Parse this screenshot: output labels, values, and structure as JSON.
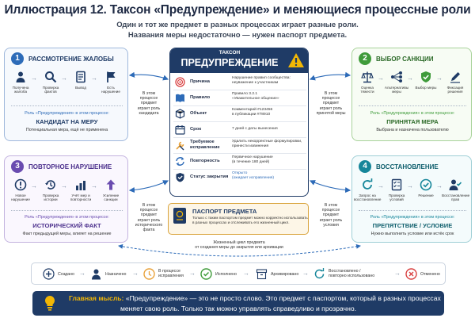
{
  "title": "Иллюстрация 12. Таксон «Предупреждение» и меняющиеся процессные роли",
  "subtitle1": "Один и тот же предмет в разных процессах играет разные роли.",
  "subtitle2": "Названия меры недостаточно — нужен паспорт предмета.",
  "colors": {
    "blue": "#2d6bb8",
    "green": "#3f9b3a",
    "purple": "#6a4cb0",
    "teal": "#16869a",
    "navy": "#1f3b66",
    "gold": "#f2b705",
    "orange": "#e9a23b",
    "red": "#d94141"
  },
  "card1": {
    "num": "1",
    "heading": "РАССМОТРЕНИЕ ЖАЛОБЫ",
    "steps": [
      {
        "icon": "person-icon",
        "label": "Получена жалоба"
      },
      {
        "icon": "magnifier-icon",
        "label": "Проверка фактов"
      },
      {
        "icon": "document-icon",
        "label": "Вывод"
      },
      {
        "icon": "flag-icon",
        "label": "Есть нарушение"
      }
    ],
    "role_label": "Роль «Предупреждения» в этом процессе:",
    "role_value": "КАНДИДАТ НА МЕРУ",
    "role_note": "Потенциальная мера, ещё не применена"
  },
  "card2": {
    "num": "2",
    "heading": "ВЫБОР САНКЦИИ",
    "steps": [
      {
        "icon": "scales-icon",
        "label": "Оценка тяжести"
      },
      {
        "icon": "alternatives-icon",
        "label": "Альтернативы меры"
      },
      {
        "icon": "shield-check-icon",
        "label": "Выбор меры"
      },
      {
        "icon": "pen-icon",
        "label": "Фиксация решения"
      }
    ],
    "role_label": "Роль «Предупреждения» в этом процессе:",
    "role_value": "ПРИНЯТАЯ МЕРА",
    "role_note": "Выбрана и назначена пользователю"
  },
  "card3": {
    "num": "3",
    "heading": "ПОВТОРНОЕ НАРУШЕНИЕ",
    "steps": [
      {
        "icon": "alert-icon",
        "label": "Новое нарушение"
      },
      {
        "icon": "history-icon",
        "label": "Проверка истории"
      },
      {
        "icon": "chart-icon",
        "label": "Учёт мер и повторности"
      },
      {
        "icon": "up-arrow-icon",
        "label": "Усиление санкции"
      }
    ],
    "role_label": "Роль «Предупреждения» в этом процессе:",
    "role_value": "ИСТОРИЧЕСКИЙ ФАКТ",
    "role_note": "Факт предыдущей меры, влияет на решение"
  },
  "card4": {
    "num": "4",
    "heading": "ВОССТАНОВЛЕНИЕ",
    "steps": [
      {
        "icon": "refresh-icon",
        "label": "Запрос на восстановление"
      },
      {
        "icon": "checklist-icon",
        "label": "Проверка условий"
      },
      {
        "icon": "check-circle-icon",
        "label": "Решение"
      },
      {
        "icon": "person-check-icon",
        "label": "Восстановление прав"
      }
    ],
    "role_label": "Роль «Предупреждения» в этом процессе:",
    "role_value": "ПРЕПЯТСТВИЕ / УСЛОВИЕ",
    "role_note": "Нужно выполнить условие или истёк срок"
  },
  "mid_notes": {
    "tl": "В этом\nпроцессе\nпредмет\nиграет роль\nкандидата",
    "tr": "В этом\nпроцессе\nпредмет\nиграет роль\nпринятой меры",
    "bl": "В этом\nпроцессе\nпредмет\nиграет роль\nисторического\nфакта",
    "br": "В этом\nпроцессе\nпредмет\nиграет роль\nусловия"
  },
  "center": {
    "heading": "ТАКСОН",
    "name": "ПРЕДУПРЕЖДЕНИЕ",
    "rows": [
      {
        "icon": "target-icon",
        "key": "Причина",
        "value": "Нарушение правил сообщества:\nнеуважение к участникам"
      },
      {
        "icon": "book-icon",
        "key": "Правило",
        "value": "Правило 3.2.1\n«Уважительное общение»"
      },
      {
        "icon": "cube-icon",
        "key": "Объект",
        "value": "Комментарий #123456\nв публикации #78910"
      },
      {
        "icon": "calendar-icon",
        "key": "Срок",
        "value": "7 дней с даты вынесения"
      },
      {
        "icon": "tools-icon",
        "key": "Требуемое\nисправление",
        "value": "Удалить некорректные формулировки,\nпринести извинения"
      },
      {
        "icon": "repeat-icon",
        "key": "Повторность",
        "value": "Первичное нарушение\n(в течение 180 дней)"
      },
      {
        "icon": "shield-icon",
        "key": "Статус закрытия",
        "value": "Открыто\n(ожидает исправления)"
      }
    ]
  },
  "passport": {
    "heading": "ПАСПОРТ ПРЕДМЕТА",
    "text": "Только с таким паспортом предмет можно корректно использовать\nв разных процессах и отслеживать его жизненный цикл."
  },
  "lifecycle": "Жизненный цикл предмета\nот создания меры до закрытия или архивации",
  "legend": [
    {
      "icon": "plus-icon",
      "label": "Создано"
    },
    {
      "icon": "person-icon",
      "label": "Назначено"
    },
    {
      "icon": "clock-icon",
      "label": "В процессе\nисправления"
    },
    {
      "icon": "check-icon",
      "label": "Исполнено"
    },
    {
      "icon": "archive-icon",
      "label": "Архивировано"
    },
    {
      "icon": "refresh-icon",
      "label": "Восстановлено /\nповторно использовано"
    },
    {
      "icon": "cancel-icon",
      "label": "Отменено"
    }
  ],
  "banner": {
    "label": "Главная мысль:",
    "text1": "«Предупреждение» — это не просто слово. Это предмет с паспортом, который в разных процессах",
    "text2": "меняет свою роль. Только так можно управлять справедливо и прозрачно."
  }
}
